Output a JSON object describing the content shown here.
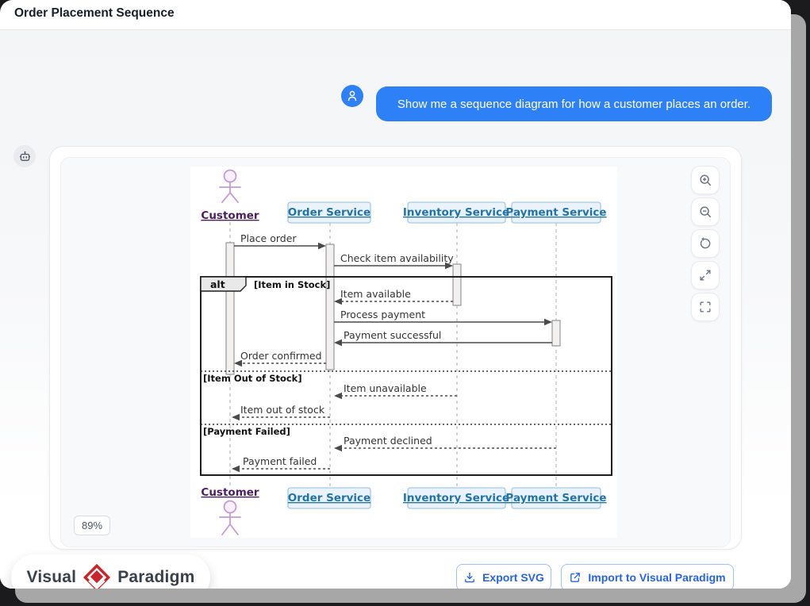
{
  "window": {
    "title": "Order Placement Sequence"
  },
  "chat": {
    "user_message": "Show me a sequence diagram for how a customer places an order.",
    "avatar_icon": "user-icon",
    "assistant_icon": "robot-icon"
  },
  "canvas": {
    "zoom_level": "89%",
    "toolbar_icons": [
      "zoom-in",
      "zoom-out",
      "reset-view",
      "expand",
      "fullscreen"
    ]
  },
  "diagram": {
    "participants": [
      {
        "name": "Customer",
        "type": "actor"
      },
      {
        "name": "Order Service",
        "type": "participant"
      },
      {
        "name": "Inventory Service",
        "type": "participant"
      },
      {
        "name": "Payment Service",
        "type": "participant"
      }
    ],
    "fragment": {
      "operator": "alt",
      "guards": [
        "[Item in Stock]",
        "[Item Out of Stock]",
        "[Payment Failed]"
      ]
    },
    "messages": [
      {
        "label": "Place order",
        "from": "Customer",
        "to": "Order Service",
        "style": "solid"
      },
      {
        "label": "Check item availability",
        "from": "Order Service",
        "to": "Inventory Service",
        "style": "solid"
      },
      {
        "label": "Item available",
        "from": "Inventory Service",
        "to": "Order Service",
        "style": "dashed"
      },
      {
        "label": "Process payment",
        "from": "Order Service",
        "to": "Payment Service",
        "style": "solid"
      },
      {
        "label": "Payment successful",
        "from": "Payment Service",
        "to": "Order Service",
        "style": "solid"
      },
      {
        "label": "Order confirmed",
        "from": "Order Service",
        "to": "Customer",
        "style": "dashed"
      },
      {
        "label": "Item unavailable",
        "from": "Inventory Service",
        "to": "Order Service",
        "style": "dashed"
      },
      {
        "label": "Item out of stock",
        "from": "Order Service",
        "to": "Customer",
        "style": "dashed"
      },
      {
        "label": "Payment declined",
        "from": "Payment Service",
        "to": "Order Service",
        "style": "dashed"
      },
      {
        "label": "Payment failed",
        "from": "Order Service",
        "to": "Customer",
        "style": "dashed"
      }
    ]
  },
  "footer": {
    "logo_left": "Visual",
    "logo_right": "Paradigm",
    "export_label": "Export SVG",
    "import_label": "Import to Visual Paradigm",
    "export_icon": "download-icon",
    "import_icon": "external-link-icon"
  },
  "colors": {
    "accent_blue": "#2e80f6",
    "button_text_blue": "#2563eb",
    "participant_link": "#2273a8",
    "actor_purple": "#c59bd6",
    "logo_red": "#c9252c"
  }
}
